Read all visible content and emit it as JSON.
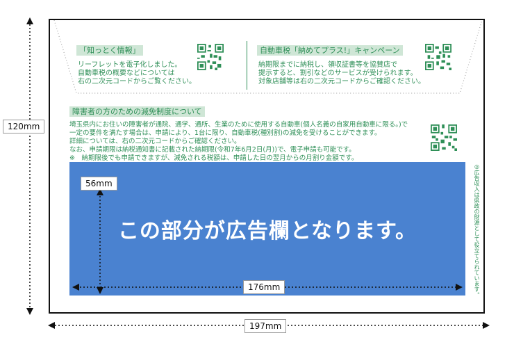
{
  "dimensions": {
    "height_outer": "120mm",
    "width_outer": "197mm",
    "ad_height": "56mm",
    "ad_width": "176mm"
  },
  "left_panel": {
    "heading": "「知っとく情報」",
    "lines": [
      "リーフレットを電子化しました。",
      "自動車税の概要などについては",
      "右の二次元コードからご覧ください。"
    ]
  },
  "right_panel": {
    "heading": "自動車税「納めてプラス!」キャンペーン",
    "lines": [
      "納期限までに納税し、領収証書等を協賛店で",
      "提示すると、割引などのサービスが受けられます。",
      "対象店舗等は右の二次元コードからご確認ください。"
    ]
  },
  "disability_section": {
    "heading": "障害者の方のための減免制度について",
    "lines": [
      "埼玉県内にお住いの障害者が通院、通学、通所、生業のために使用する自動車(個人名義の自家用自動車に限る。)で",
      "一定の要件を満たす場合は、申請により、1台に限り、自動車税(種別割)の減免を受けることができます。",
      "詳細については、右の二次元コードからご確認ください。",
      "なお、申請期限は納税通知書に記載された納期限(令和7年6月2日(月))で、電子申請も可能です。",
      "※　納期限後でも申請できますが、減免される税額は、申請した日の翌月からの月割り金額です。"
    ]
  },
  "ad": {
    "text": "この部分が広告欄となります。",
    "vertical_note": "◎広告収入は県政の財源として役立てられています。"
  },
  "colors": {
    "accent_green": "#2e8f57",
    "ad_blue": "#4a82d0",
    "tag_bg": "#cfe6d6"
  },
  "icons": [
    "qr-code-icon",
    "qr-code-icon",
    "qr-code-icon"
  ]
}
